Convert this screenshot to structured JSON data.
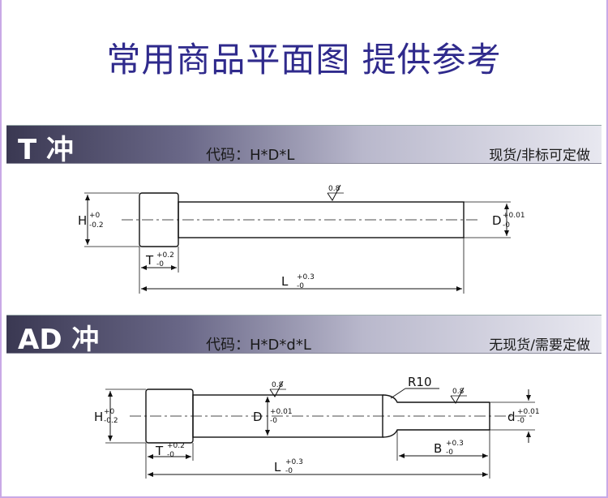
{
  "page": {
    "title": "常用商品平面图 提供参考"
  },
  "sections": [
    {
      "name": "T 冲",
      "code": "代码：H*D*L",
      "stock": "现货/非标可定做",
      "labels": {
        "H": "H",
        "H_upper": "+0",
        "H_lower": "-0.2",
        "D": "D",
        "D_upper": "+0.01",
        "D_lower": "-0",
        "T": "T",
        "T_upper": "+0.2",
        "T_lower": "-0",
        "L": "L",
        "L_upper": "+0.3",
        "L_lower": "-0",
        "roughness": "0.8"
      }
    },
    {
      "name": "AD 冲",
      "code": "代码：H*D*d*L",
      "stock": "无现货/需要定做",
      "labels": {
        "H": "H",
        "H_upper": "+0",
        "H_lower": "-0.2",
        "D": "D",
        "D_upper": "+0.01",
        "D_lower": "-0",
        "d": "d",
        "d_upper": "+0.01",
        "d_lower": "-0",
        "T": "T",
        "T_upper": "+0.2",
        "T_lower": "-0",
        "L": "L",
        "L_upper": "+0.3",
        "L_lower": "-0",
        "B": "B",
        "B_upper": "+0.3",
        "B_lower": "-0",
        "radius": "R10",
        "roughness_1": "0.8",
        "roughness_2": "0.8"
      }
    }
  ]
}
